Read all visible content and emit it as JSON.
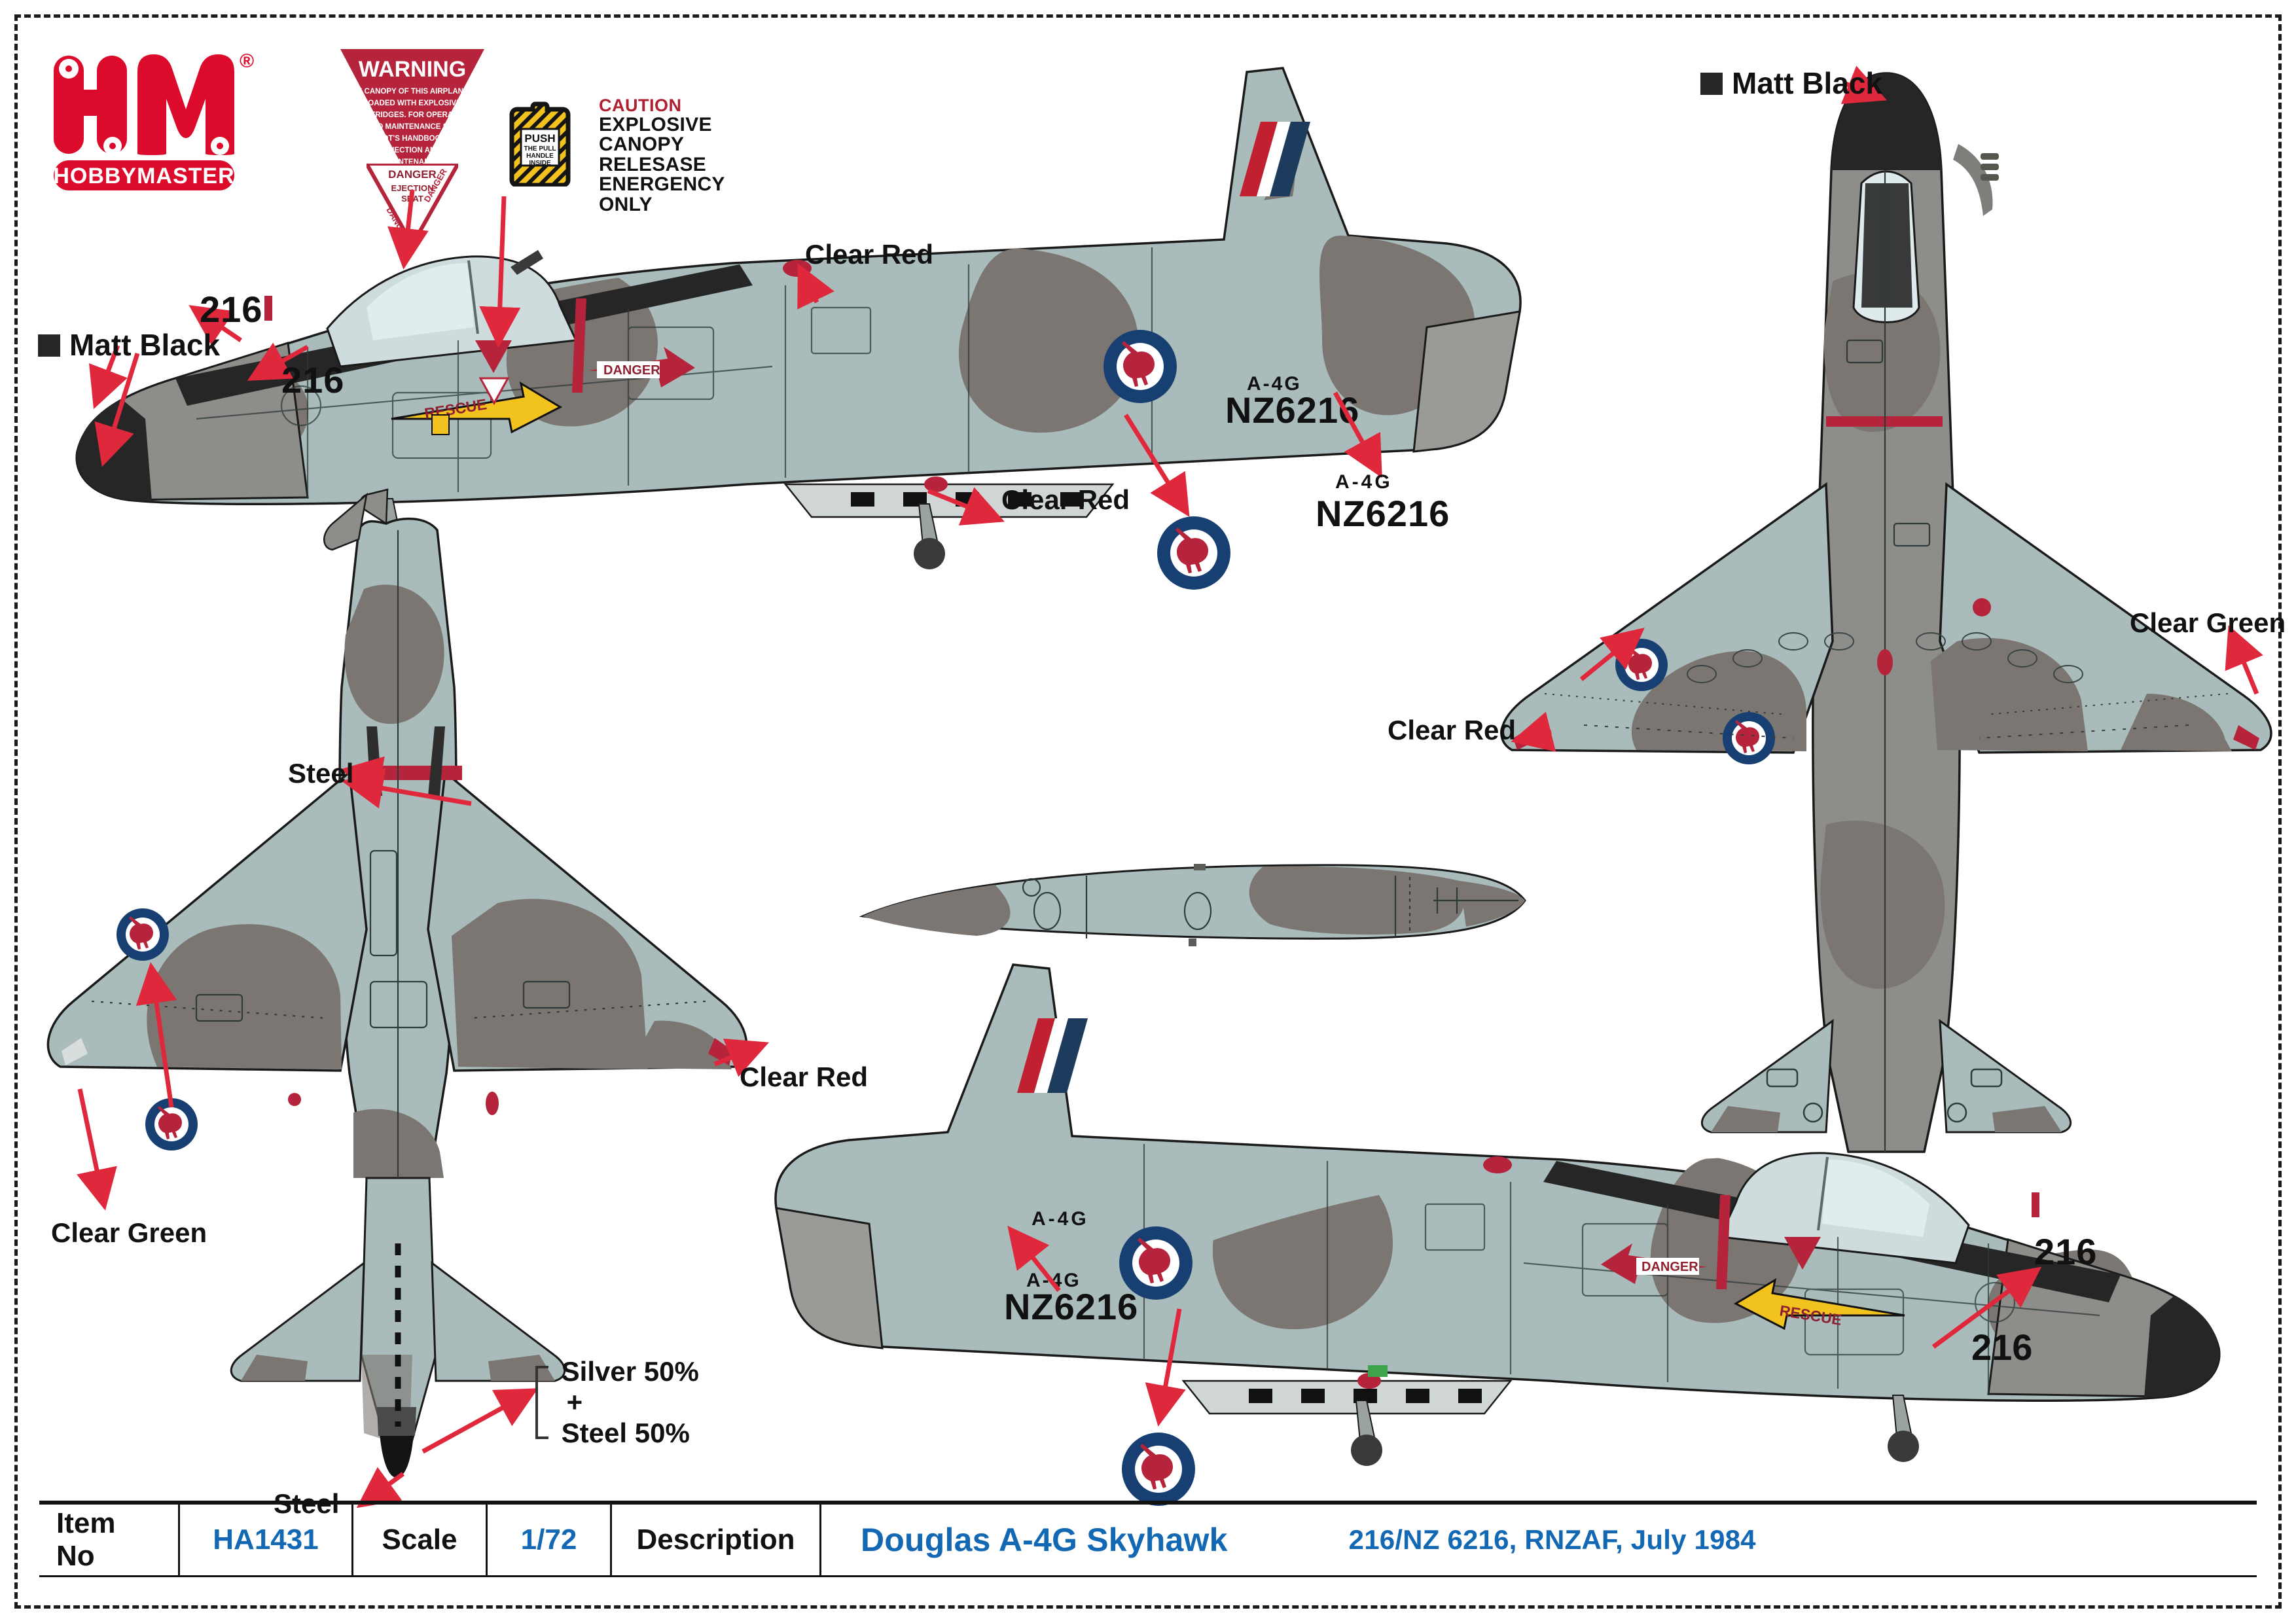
{
  "brand": {
    "logo_mark": "HM",
    "logo_text": "HOBBYMASTER",
    "registered_symbol": "®"
  },
  "decals": {
    "warning_placard": {
      "title": "WARNING",
      "body": "THE CANOPY OF THIS AIRPLANE IS LOADED WITH EXPLOSIVE CARTRIDGES. FOR OPERATION AND MAINTENANCE SEE PILOT'S HANDBOOK & EHECTION AND MAINTENANCE MANUAL"
    },
    "danger_placard": {
      "title": "DANGER",
      "line1": "EJECTION",
      "line2": "SEAT",
      "side_left": "DANGER",
      "side_right": "DANGER"
    },
    "push_placard": {
      "line1": "PUSH",
      "line2": "THE PULL",
      "line3": "HANDLE",
      "line4": "INSIDE"
    },
    "caution_placard": {
      "heading": "CAUTION",
      "lines": [
        "EXPLOSIVE",
        "CANOPY",
        "RELESASE",
        "ENERGENCY",
        "ONLY"
      ]
    },
    "rescue_arrow": "RESCUE",
    "danger_arrow": "DANGER"
  },
  "aircraft_markings": {
    "nose_number": "216",
    "serial_prefix": "A-4G",
    "serial": "NZ6216",
    "roundel": "rnzaf-kiwi-roundel",
    "fin_flash_colors": [
      "#c0202f",
      "#ffffff",
      "#1d3b5c"
    ]
  },
  "callouts": [
    {
      "id": "matt-black-left",
      "text": "Matt Black",
      "swatch": "#262626"
    },
    {
      "id": "num-216-top-left",
      "text": "216"
    },
    {
      "id": "num-216-nose-left",
      "text": "216"
    },
    {
      "id": "clear-red-spine",
      "text": "Clear Red"
    },
    {
      "id": "clear-red-belly",
      "text": "Clear Red"
    },
    {
      "id": "serial-tail-left",
      "text": "NZ6216",
      "prefix": "A-4G"
    },
    {
      "id": "serial-callout-left",
      "text": "NZ6216",
      "prefix": "A-4G"
    },
    {
      "id": "matt-black-top",
      "text": "Matt Black",
      "swatch": "#262626"
    },
    {
      "id": "clear-green-right",
      "text": "Clear Green"
    },
    {
      "id": "clear-red-plan",
      "text": "Clear Red"
    },
    {
      "id": "steel-upper",
      "text": "Steel"
    },
    {
      "id": "clear-red-underwing",
      "text": "Clear Red"
    },
    {
      "id": "clear-green-under",
      "text": "Clear Green"
    },
    {
      "id": "silver-steel-mix",
      "line1": "Silver 50%",
      "plus": "+",
      "line2": "Steel 50%"
    },
    {
      "id": "steel-lower",
      "text": "Steel"
    },
    {
      "id": "num-216-right-top",
      "text": "216"
    },
    {
      "id": "num-216-right-low",
      "text": "216"
    },
    {
      "id": "serial-tail-right",
      "text": "NZ6216",
      "prefix": "A-4G"
    }
  ],
  "infobar": {
    "item_no_label": "Item No",
    "item_no_value": "HA1431",
    "scale_label": "Scale",
    "scale_value": "1/72",
    "description_label": "Description",
    "description_title": "Douglas A-4G Skyhawk",
    "description_sub": "216/NZ 6216, RNZAF, July 1984"
  },
  "colors": {
    "brand_red": "#dd0b2b",
    "accent_blue": "#1268b3",
    "camo_light": "#a9bcbb",
    "camo_dark": "#7b7672",
    "camo_mid": "#8d8d8a",
    "roundel_blue": "#173f72",
    "roundel_red": "#b5243a",
    "arrow_red": "#e0283c",
    "matt_black": "#262626",
    "placard_yellow": "#f2c21e"
  }
}
